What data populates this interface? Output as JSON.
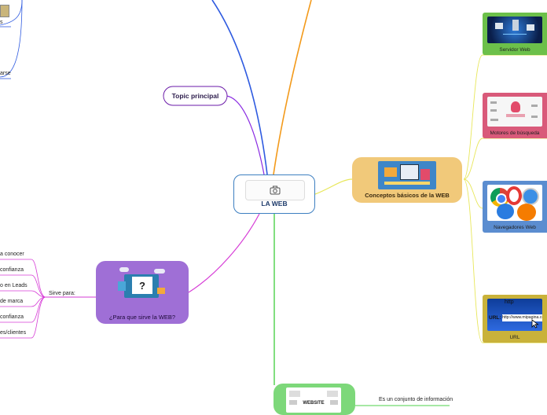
{
  "central": {
    "title": "LA WEB",
    "icon": "camera-icon"
  },
  "topic_principal": "Topic principal",
  "conceptos": {
    "title": "Conceptos básicos de la WEB",
    "color": "#f1c97a"
  },
  "para_que": {
    "title": "¿Para que sirve la WEB?",
    "color": "#9f6fd6"
  },
  "sirve_para": "Sirve para:",
  "sirve_items": [
    "a conocer",
    "confianza",
    "o en Leads",
    "de marca",
    "confianza",
    "es/clientes"
  ],
  "website": {
    "badge": "WEBSITE",
    "color": "#7dd87a",
    "desc": "Es un conjunto de información"
  },
  "partial_left": [
    "s",
    "arse"
  ],
  "concepts": [
    {
      "label": "Servidor Web",
      "icon": "server-network-icon",
      "color": "#6cc04a"
    },
    {
      "label": "Motores de búsqueda",
      "icon": "search-engine-icon",
      "color": "#d95a7a"
    },
    {
      "label": "Navegadores Web",
      "icon": "browser-logos-icon",
      "color": "#5b8dd0"
    },
    {
      "label": "URL",
      "icon": "url-bar-icon",
      "color": "#c9b23a",
      "url_text": "http://www.mipagina.com",
      "url_prefix": "URL:",
      "url_tag": "http"
    }
  ],
  "colors": {
    "blue": "#2f5be0",
    "orange": "#f39a1b",
    "purple": "#8a2be2",
    "yellow": "#e8e75a",
    "magenta": "#d63bd6",
    "green": "#4cd14a",
    "central_border": "#3d7fc1"
  }
}
